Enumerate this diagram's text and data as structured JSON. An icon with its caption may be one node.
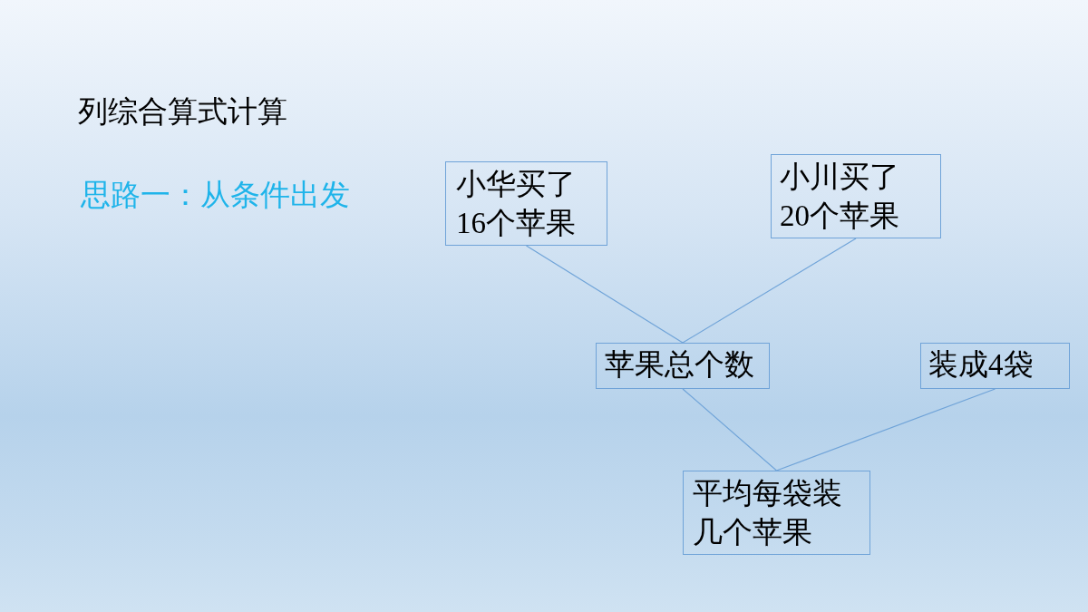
{
  "diagram": {
    "title": "列综合算式计算",
    "nodes": [
      {
        "text": [
          "小华买了16个苹果"
        ]
      },
      {
        "text": [
          "小川买了20个苹果"
        ]
      },
      {
        "text": [
          "苹果总个数"
        ]
      },
      {
        "text": [
          "装成4袋"
        ]
      },
      {
        "text": [
          "平均每袋装几个苹果"
        ]
      }
    ],
    "edges": [
      {
        "from": 0,
        "to": 2,
        "arrow": "none"
      },
      {
        "from": 1,
        "to": 2,
        "arrow": "none"
      },
      {
        "from": 2,
        "to": 4,
        "arrow": "none"
      },
      {
        "from": 3,
        "to": 4,
        "arrow": "none"
      }
    ],
    "labels": [
      "思路一：从条件出发"
    ]
  }
}
